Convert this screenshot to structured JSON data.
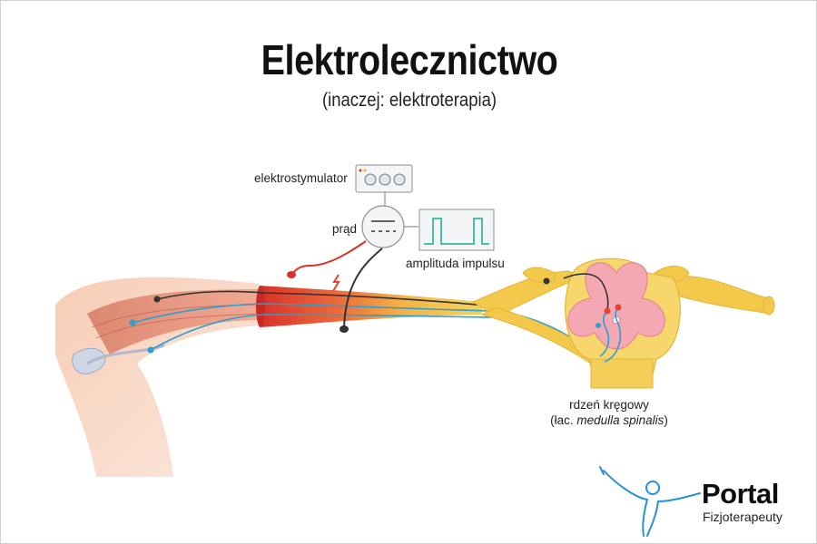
{
  "title": "Elektrolecznictwo",
  "subtitle": "(inaczej: elektroterapia)",
  "labels": {
    "stimulator": "elektrostymulator",
    "current": "prąd",
    "amplitude": "amplituda impulsu",
    "spinal_cord_line1": "rdzeń kręgowy",
    "spinal_cord_line2_prefix": "(łac. ",
    "spinal_cord_line2_latin": "medulla spinalis",
    "spinal_cord_line2_suffix": ")"
  },
  "logo": {
    "name": "Portal",
    "tagline": "Fizjoterapeuty"
  },
  "colors": {
    "nerve_yellow": "#f2c94a",
    "nerve_red": "#e2452b",
    "gray_matter_pink": "#f4a8b4",
    "blue_fiber": "#2b9fce",
    "teal_wave": "#37b79a",
    "logo_blue": "#2a8fd8"
  }
}
